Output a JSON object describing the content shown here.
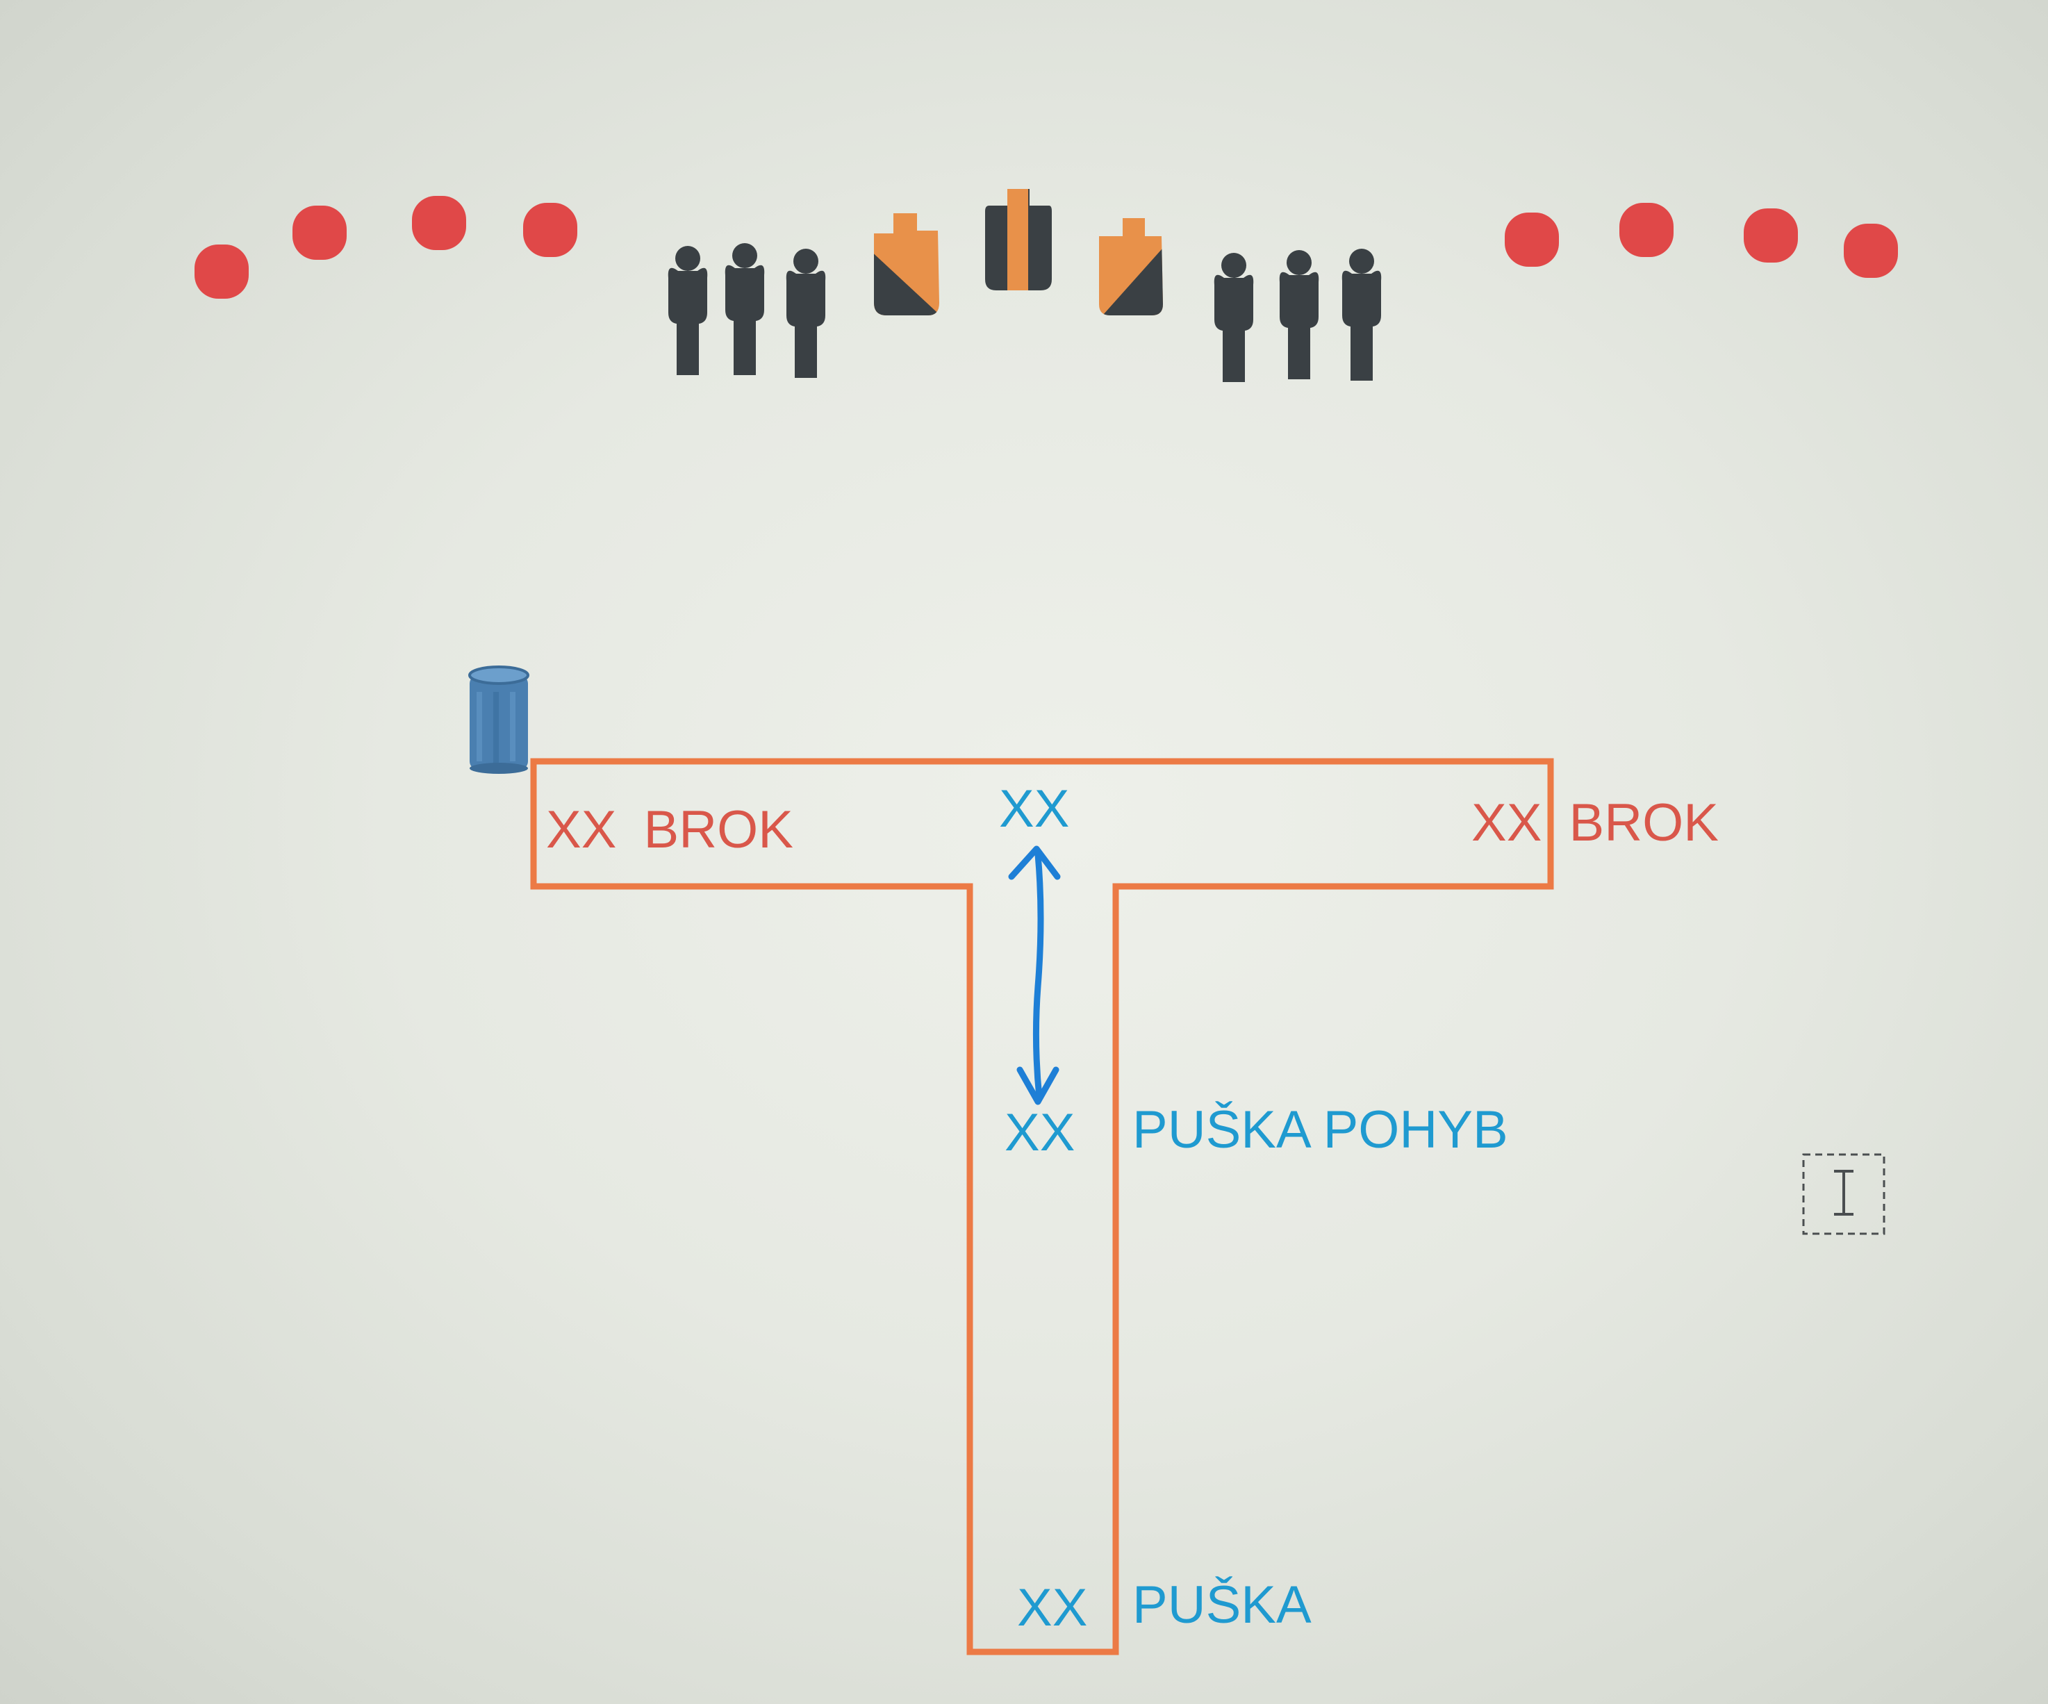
{
  "colors": {
    "steel_target": "#e04848",
    "silhouette": "#3a4044",
    "ipsc_orange": "#e8914a",
    "ipsc_dark": "#3a4044",
    "shooting_box": "#ec7a45",
    "barrel": "#4a7fb0",
    "shotgun_text": "#d9574a",
    "rifle_text": "#1f9ad0",
    "movement_arrow": "#1e7fd6"
  },
  "steel_targets": {
    "left_count": 4,
    "right_count": 4,
    "icon": "circle-plate"
  },
  "silhouettes": {
    "left_group_count": 3,
    "right_group_count": 3,
    "icon": "popper-silhouette"
  },
  "ipsc_targets": {
    "count": 3,
    "icon": "ipsc-target-half-orange"
  },
  "barrel": {
    "icon": "barrel-icon"
  },
  "positions": {
    "left_top": {
      "mark": "XX",
      "label": "BROK"
    },
    "center_top": {
      "mark": "XX",
      "label": ""
    },
    "right_top": {
      "mark": "XX",
      "label": "BROK"
    },
    "middle": {
      "mark": "XX",
      "label": "PUŠKA POHYB"
    },
    "bottom": {
      "mark": "XX",
      "label": "PUŠKA"
    }
  },
  "movement": {
    "icon": "double-arrow-vertical"
  },
  "cursor": {
    "icon": "text-cursor-icon"
  }
}
